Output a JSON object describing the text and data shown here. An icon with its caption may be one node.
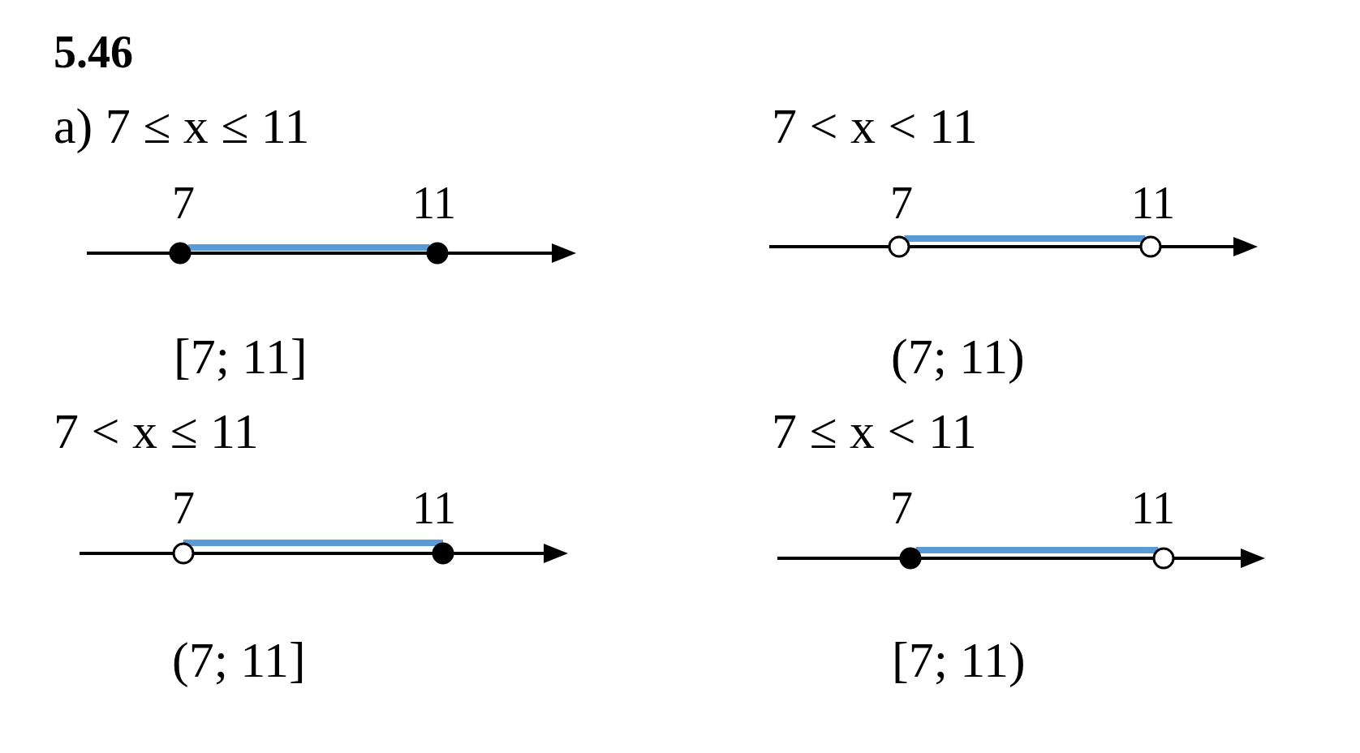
{
  "diagram": {
    "title": "5.46",
    "nodes": [
      {
        "text": [],
        "shape": "dot"
      },
      {
        "text": [],
        "shape": "dot"
      },
      {
        "text": [],
        "shape": "circle"
      },
      {
        "text": [],
        "shape": "circle"
      },
      {
        "text": [],
        "shape": "circle"
      },
      {
        "text": [],
        "shape": "dot"
      },
      {
        "text": [],
        "shape": "dot"
      },
      {
        "text": [],
        "shape": "circle"
      }
    ],
    "edges": [
      {
        "from": 0,
        "to": 1,
        "arrow": "none",
        "color": "#5b9bd5"
      },
      {
        "from": 2,
        "to": 3,
        "arrow": "none",
        "color": "#5b9bd5"
      },
      {
        "from": 4,
        "to": 5,
        "arrow": "none",
        "color": "#5b9bd5"
      },
      {
        "from": 6,
        "to": 7,
        "arrow": "none",
        "color": "#5b9bd5"
      }
    ],
    "labels": [
      "а) 7 ≤ x ≤ 11",
      "7 < x < 11",
      "7",
      "11",
      "7",
      "11",
      "[7; 11]",
      "(7; 11)",
      "7 < x ≤ 11",
      "7 ≤ x < 11",
      "7",
      "11",
      "7",
      "11",
      "(7; 11]",
      "[7; 11)"
    ]
  }
}
